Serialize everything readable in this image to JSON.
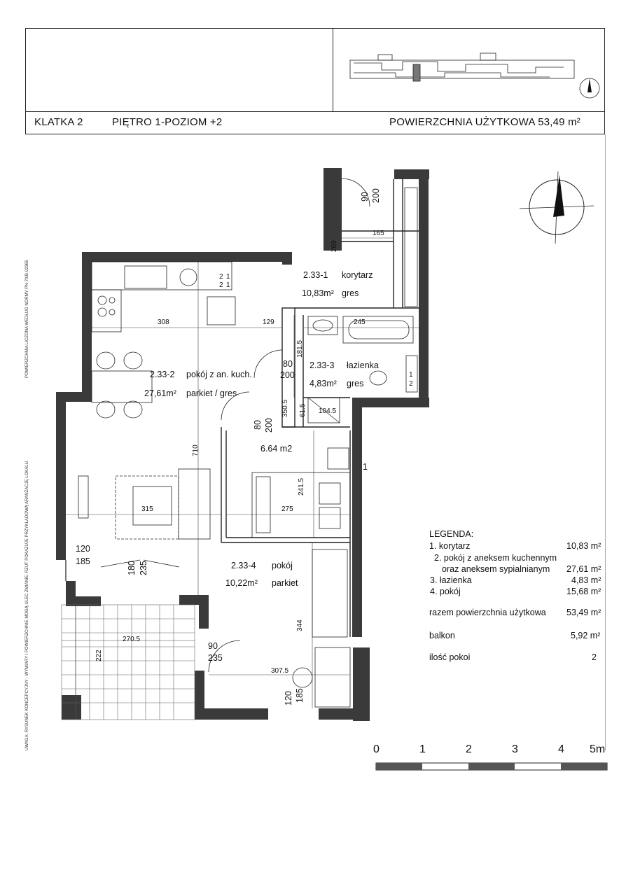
{
  "header": {
    "stair": "KLATKA 2",
    "floor": "PIĘTRO 1-POZIOM +2",
    "usable_area": "POWIERZCHNIA UŻYTKOWA 53,49 m²"
  },
  "side_notes": {
    "note_1": "UWAGA:  RYSUNEK KONCEPCYJNY - WYMIARY I POWIERZCHNIE MOGĄ ULEC ZMIANIE.    RZUT POKAZUJE PRZYKŁADOWĄ ARANŻACJĘ LOKALU.",
    "note_2": "POWIERZCHNIA LICZONA WEDŁUG NORMY PN-70/B-02365"
  },
  "rooms": [
    {
      "id": "2.33-1",
      "name": "korytarz",
      "area": "10,83m²",
      "finish": "gres"
    },
    {
      "id": "2.33-2",
      "name": "pokój z an. kuch.",
      "area": "27,61m²",
      "finish": "parkiet / gres"
    },
    {
      "id": "2.33-3",
      "name": "łazienka",
      "area": "4,83m²",
      "finish": "gres"
    },
    {
      "id": "2.33-4",
      "name": "pokój",
      "area": "10,22m²",
      "finish": "parkiet"
    }
  ],
  "alcove_area": "6.64 m2",
  "dimensions": {
    "d308": "308",
    "d129": "129",
    "d245": "245",
    "d165": "165",
    "d269": "269",
    "d1815": "181.5",
    "d3505": "350.5",
    "d615": "61.5",
    "d1045": "104.5",
    "d710": "710",
    "d315": "315",
    "d275": "275",
    "d2415": "241.5",
    "d344": "344",
    "d3075": "307.5",
    "d2705": "270.5",
    "d222": "222",
    "d90a": "90",
    "d200a": "200",
    "d80a": "80",
    "d200b": "200",
    "d80b": "80",
    "d200c": "200",
    "d120a": "120",
    "d185a": "185",
    "d180": "180",
    "d235a": "235",
    "d90b": "90",
    "d235b": "235",
    "d120b": "120",
    "d185b": "185",
    "d1": "1"
  },
  "legend": {
    "title": "LEGENDA:",
    "rows": [
      {
        "label": "1. korytarz",
        "value": "10,83 m²"
      },
      {
        "label": "2. pokój z aneksem kuchennym",
        "value": ""
      },
      {
        "label": "oraz aneksem sypialnianym",
        "value": "27,61 m²"
      },
      {
        "label": "3. łazienka",
        "value": "4,83 m²"
      },
      {
        "label": "4. pokój",
        "value": "15,68 m²"
      }
    ],
    "total_label": "razem powierzchnia użytkowa",
    "total_value": "53,49 m²",
    "balcony_label": "balkon",
    "balcony_value": "5,92 m²",
    "rooms_label": "ilość pokoi",
    "rooms_value": "2"
  },
  "stove_labels": [
    "2",
    "1",
    "2",
    "1"
  ],
  "wc_labels": [
    "1",
    "2"
  ],
  "scale": [
    "0",
    "1",
    "2",
    "3",
    "4",
    "5m"
  ]
}
